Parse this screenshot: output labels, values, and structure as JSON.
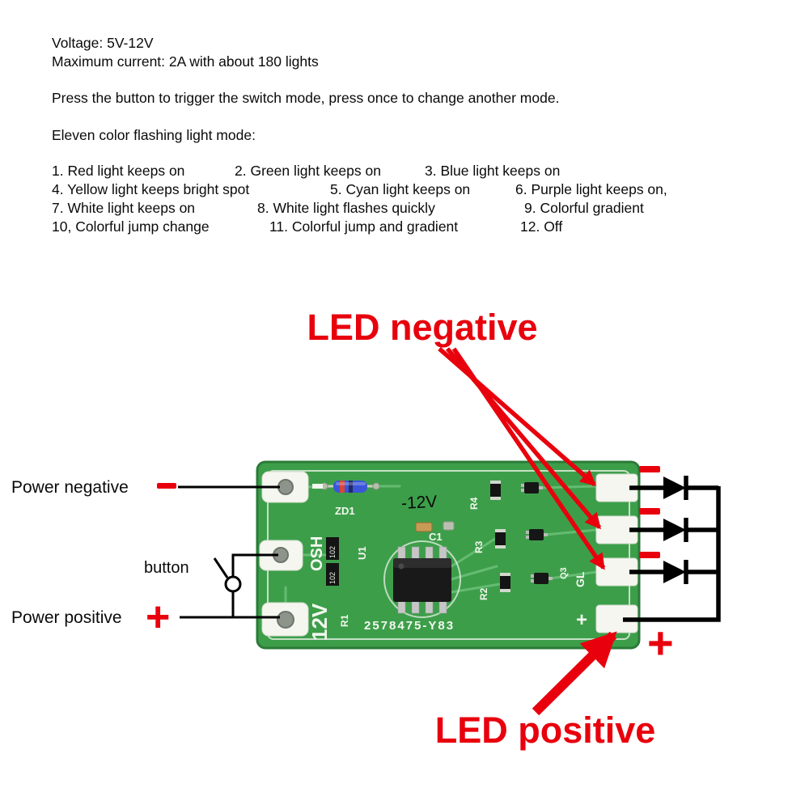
{
  "specs": {
    "voltage": "Voltage: 5V-12V",
    "current": "Maximum current: 2A with about 180 lights",
    "instruction": "Press the button to trigger the switch mode, press once to change another mode.",
    "modes_heading": "Eleven color flashing light mode:"
  },
  "modes": {
    "rows": [
      [
        "1. Red light keeps on",
        "2. Green light keeps on",
        "3. Blue light keeps on"
      ],
      [
        "4. Yellow light keeps bright spot",
        "5. Cyan light keeps on",
        "6. Purple light keeps on,"
      ],
      [
        "7. White light keeps on",
        "8. White light flashes quickly",
        "9. Colorful gradient"
      ],
      [
        "10, Colorful jump change",
        "11. Colorful jump and gradient",
        "12. Off"
      ]
    ]
  },
  "annotations": {
    "led_negative": "LED negative",
    "led_positive": "LED positive",
    "power_negative": "Power negative",
    "power_positive": "Power positive",
    "button": "button",
    "plus_sign": "+",
    "minus_sign": "−"
  },
  "pcb": {
    "labels": {
      "zd1": "ZD1",
      "minus12v": "-12V",
      "u1": "U1",
      "osh": "OSH",
      "code102": "102",
      "v12": "12V",
      "r1": "R1",
      "c1": "C1",
      "r4": "R4",
      "r3": "R3",
      "r2": "R2",
      "q3": "Q3",
      "gl": "GL",
      "serial": "2578475-Y83",
      "plus": "+"
    }
  },
  "colors": {
    "accent_red": "#e8000d",
    "pcb_green": "#3d9e4a",
    "silkscreen_white": "#f2f7ef"
  }
}
